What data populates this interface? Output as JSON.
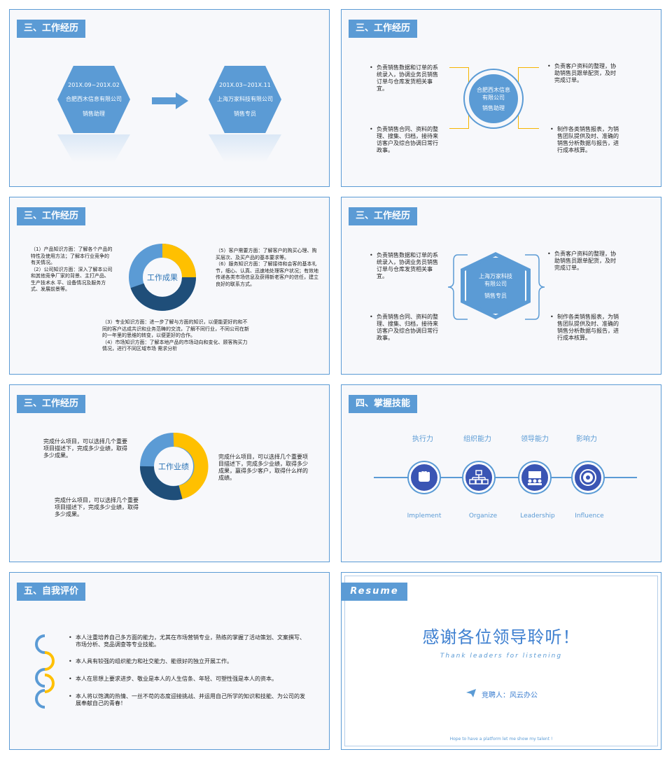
{
  "s1": {
    "hdr": "三、工作经历",
    "h1": {
      "date": "201X.09~201X.02",
      "co": "合肥西木信息有限公司",
      "role": "销售助理"
    },
    "h2": {
      "date": "201X.03~201X.11",
      "co": "上海万家科技有限公司",
      "role": "销售专员"
    }
  },
  "s2": {
    "hdr": "三、工作经历",
    "center_co": "合肥西木信息有限公司",
    "center_role": "销售助理",
    "tl": "负责销售数据和订单的系统录入，协调业务员销售订单与仓库发货相关事宜。",
    "bl": "负责销售合同、资料的整理、搜集、归档，接待来访客户及综合协调日常行政事。",
    "tr": "负责客户资料的整理，协助销售员跟单配货，及时完成订单。",
    "br": "制作各类销售报表，为销售团队提供及时、准确的销售分析数据与报告，进行成本核算。"
  },
  "s3": {
    "hdr": "三、工作经历",
    "donut": "工作成果",
    "left": "（1）产品知识方面：了解各个产品的特性及使用方法；了解本行业竞争的有关情况。\n（2）公司知识方面：深入了解本公司和其他竞争厂家的背景、主打产品、生产技术水 平、设备情况及服务方式、发展前景等。",
    "right": "（5）客户需要方面：了解客户的购买心理、购买层次、及买产品的基本要求等。\n（6）服务知识方面：了解接待和会客的基本礼节，细心、认真、迅速地处理客户状况；有效地传递各类市场信息及获得新老客户的信任，建立良好的联系方式。",
    "bottom": "（3）专业知识方面：进一步了解与方面的知识，以便能更好的和不同的客户达成共识和业务范畴的交流，了解不同行业，不同公司在新的一年里的思维的转变，以便更好的合作。\n（4）市场知识方面：了解本地产品的市场动向和变化、顾客购买力情况，进行不同区域市场 需求分析"
  },
  "s4": {
    "hdr": "三、工作经历",
    "center_co": "上海万家科技有限公司",
    "center_role": "销售专员",
    "tl": "负责销售数据和订单的系统录入，协调业务员销售订单与仓库发货相关事宜。",
    "bl": "负责销售合同、资料的整理、搜集、归档，接待来访客户及综合协调日常行政事。",
    "tr": "负责客户资料的整理，协助销售员跟单配货，及时完成订单。",
    "br": "制作各类销售报表，为销售团队提供及时、准确的销售分析数据与报告，进行成本核算。"
  },
  "s5": {
    "hdr": "三、工作经历",
    "donut": "工作业绩",
    "tl": "完成什么项目，可以选择几个重要项目描述下，完成多少业绩，取得多少成果。",
    "bl": "完成什么项目，可以选择几个重要项目描述下，完成多少业绩，取得多少成果。",
    "r": "完成什么项目，可以选择几个重要项目描述下，完成多少业绩，取得多少成果，赢得多少客户，取得什么样的成绩。"
  },
  "s6": {
    "hdr": "四、掌握技能",
    "skills": [
      {
        "cn": "执行力",
        "en": "Implement"
      },
      {
        "cn": "组织能力",
        "en": "Organize"
      },
      {
        "cn": "领导能力",
        "en": "Leadership"
      },
      {
        "cn": "影响力",
        "en": "Influence"
      }
    ]
  },
  "s7": {
    "hdr": "五、自我评价",
    "items": [
      "本人注重培养自己多方面的能力，尤其在市场营销专业，熟练的掌握了活动策划、文案撰写、市场分析、竞品调查等专业技能。",
      "本人具有较强的组织能力和社交能力、能很好的独立开展工作。",
      "本人在思想上要求进步、敬业是本人的人生信条、年轻、可塑性强是本人的资本。",
      "本人将以饱满的热情、一丝不苟的态度迎接挑战、并运用自己所学的知识和技能、为公司的发展奉献自己的青春！"
    ]
  },
  "s8": {
    "badge": "Resume",
    "title": "感谢各位领导聆听！",
    "subtitle": "Thank leaders for listening",
    "presenter": "竞聘人：风云办公",
    "foot": "Hope to have a platform let me show my talent !"
  },
  "colors": {
    "blue": "#5b9bd5",
    "navy": "#1f4e79",
    "yellow": "#f5b400"
  }
}
